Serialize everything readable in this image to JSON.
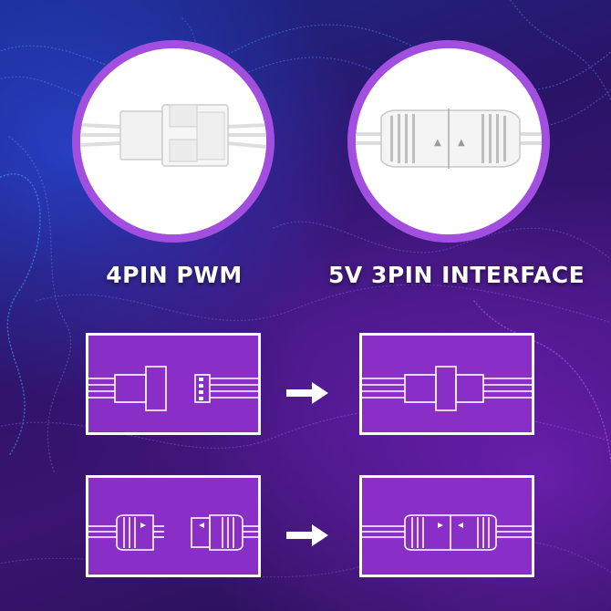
{
  "captions": {
    "left": "4PIN PWM",
    "right": "5V 3PIN INTERFACE"
  },
  "photos": {
    "left": {
      "depicts": "4-pin-connector-photo"
    },
    "right": {
      "depicts": "3-pin-connector-photo"
    }
  },
  "colors": {
    "accent_purple": "#a24fe0",
    "panel_purple": "#8a2ec8",
    "background_navy": "#1a0b4a",
    "line_white": "#ffffff"
  },
  "icons": {
    "arrow": "right-arrow-icon"
  }
}
